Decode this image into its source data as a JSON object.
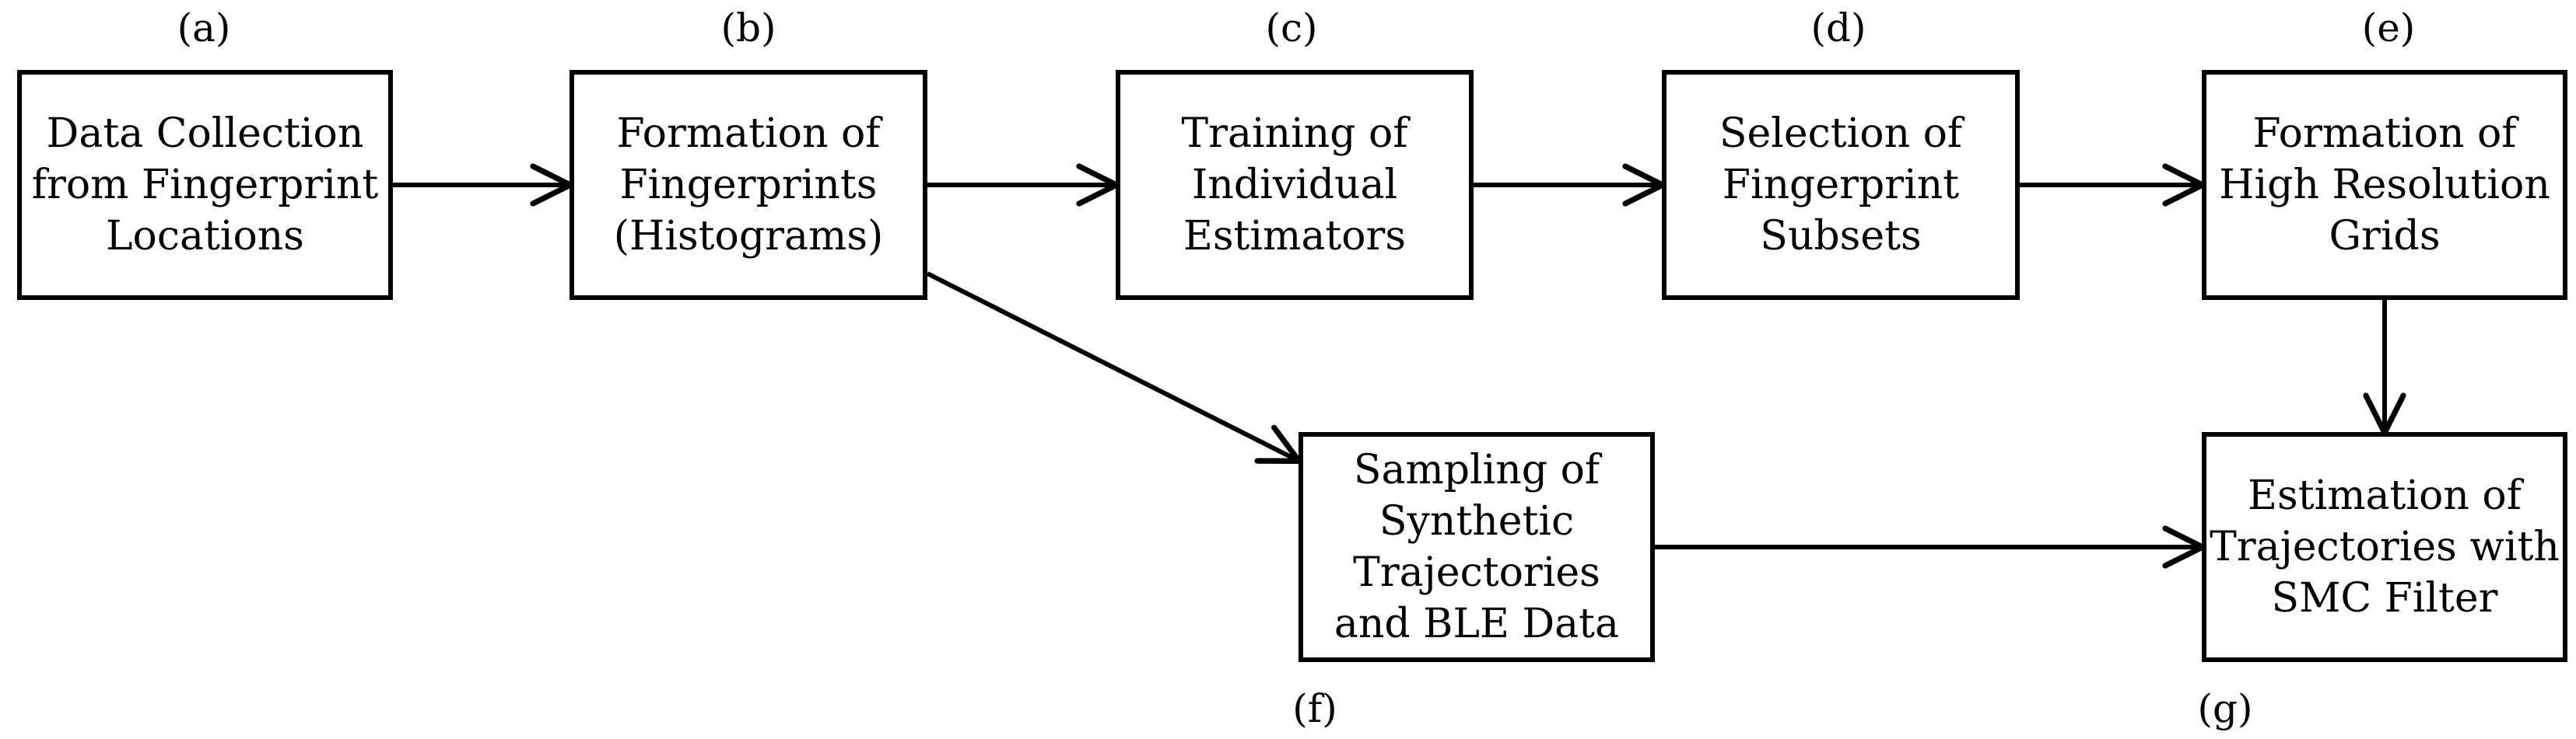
{
  "colors": {
    "stroke": "#000000",
    "background": "#ffffff"
  },
  "steps": [
    {
      "id": "a",
      "letter": "(a)",
      "lines": [
        "Data Collection",
        "from Fingerprint",
        "Locations"
      ]
    },
    {
      "id": "b",
      "letter": "(b)",
      "lines": [
        "Formation of",
        "Fingerprints",
        "(Histograms)"
      ]
    },
    {
      "id": "c",
      "letter": "(c)",
      "lines": [
        "Training of",
        "Individual",
        "Estimators"
      ]
    },
    {
      "id": "d",
      "letter": "(d)",
      "lines": [
        "Selection of",
        "Fingerprint",
        "Subsets"
      ]
    },
    {
      "id": "e",
      "letter": "(e)",
      "lines": [
        "Formation of",
        "High Resolution",
        "Grids"
      ]
    },
    {
      "id": "f",
      "letter": "(f)",
      "lines": [
        "Sampling of",
        "Synthetic",
        "Trajectories",
        "and BLE Data"
      ]
    },
    {
      "id": "g",
      "letter": "(g)",
      "lines": [
        "Estimation of",
        "Trajectories with",
        "SMC Filter"
      ]
    }
  ],
  "connections": [
    {
      "from": "a",
      "to": "b"
    },
    {
      "from": "b",
      "to": "c"
    },
    {
      "from": "c",
      "to": "d"
    },
    {
      "from": "d",
      "to": "e"
    },
    {
      "from": "e",
      "to": "g"
    },
    {
      "from": "b",
      "to": "f"
    },
    {
      "from": "f",
      "to": "g"
    }
  ]
}
